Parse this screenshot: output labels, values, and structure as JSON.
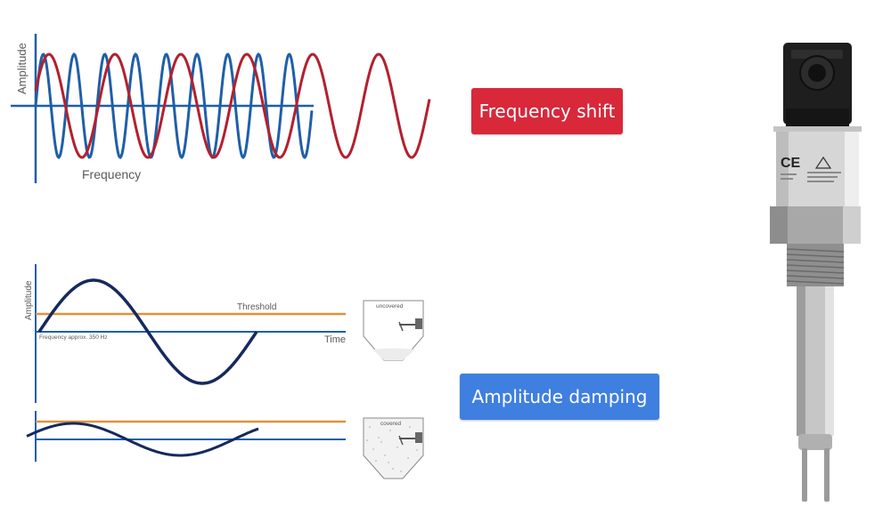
{
  "top_chart": {
    "ylabel": "Amplitude",
    "xlabel": "Frequency",
    "series_colors": {
      "high_frequency": "#1f5fa8",
      "shifted_frequency": "#b3202e"
    }
  },
  "badges": {
    "frequency_shift": "Frequency shift",
    "amplitude_damping": "Amplitude damping",
    "frequency_shift_color": "#d8283a",
    "amplitude_damping_color": "#3f7fe0"
  },
  "uncovered_chart": {
    "ylabel": "Amplitude",
    "threshold_label": "Threshold",
    "freq_note": "Frequency approx. 350 Hz",
    "xlabel": "Time",
    "vessel_label": "uncovered",
    "wave_color": "#16295e",
    "threshold_color": "#e0923a"
  },
  "covered_chart": {
    "vessel_label": "covered"
  },
  "device": {
    "ce_mark": "CE"
  }
}
